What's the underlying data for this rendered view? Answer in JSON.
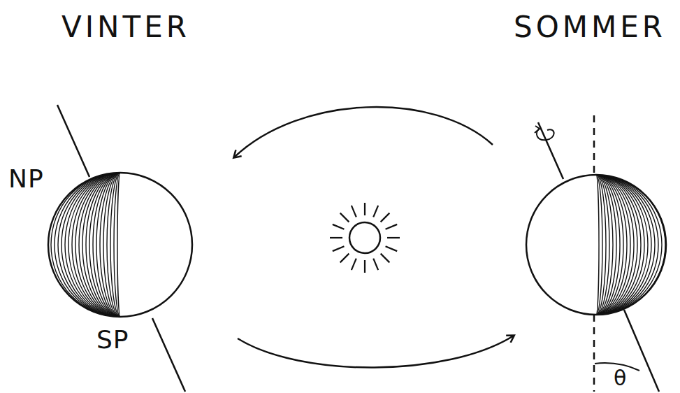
{
  "diagram": {
    "labels": [
      "VINTER",
      "SOMMER",
      "NP",
      "SP",
      "θ"
    ]
  }
}
